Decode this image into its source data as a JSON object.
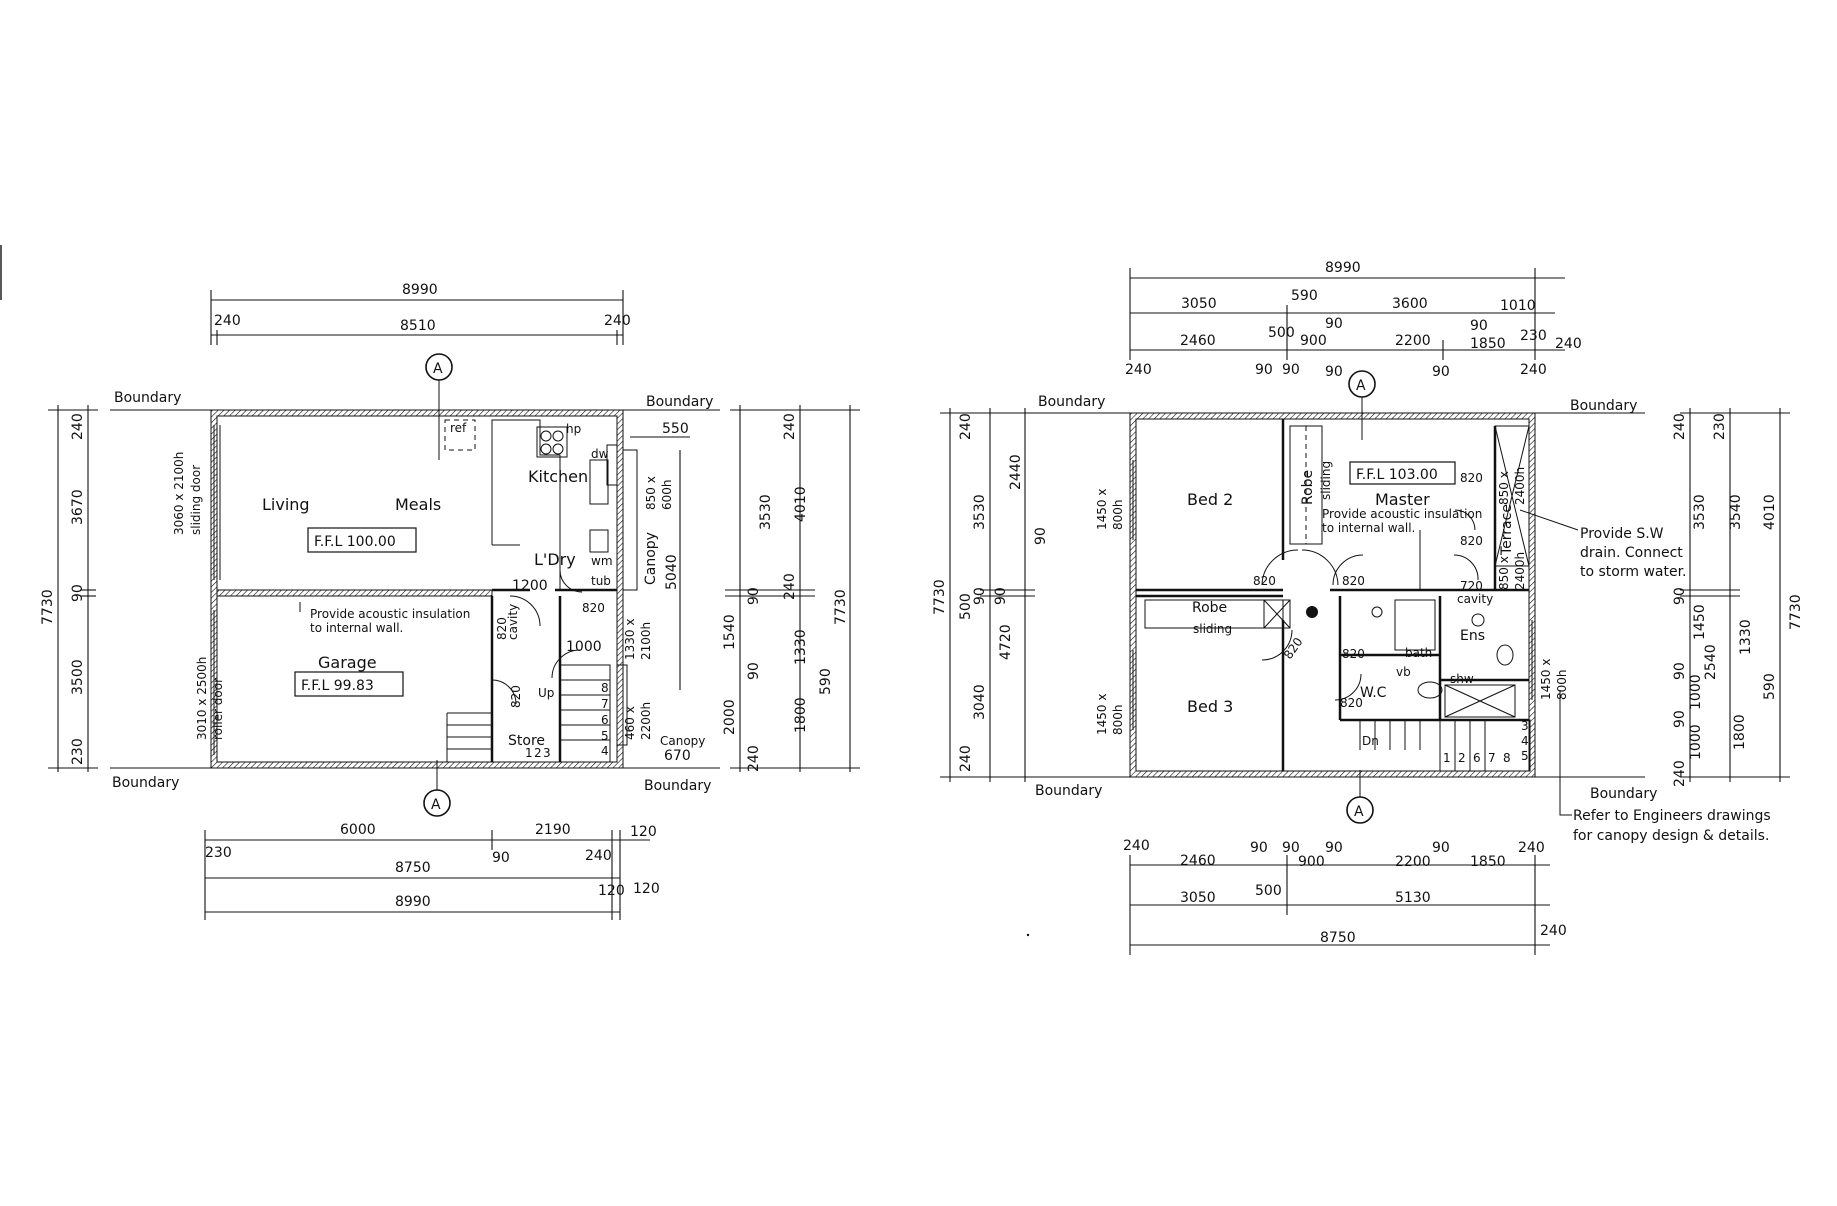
{
  "ground": {
    "rooms": {
      "living": "Living",
      "meals": "Meals",
      "kitchen": "Kitchen",
      "laundry": "L'Dry",
      "garage": "Garage",
      "store": "Store",
      "canopy": "Canopy",
      "canopy_small": "Canopy"
    },
    "ffl_main": "F.F.L 100.00",
    "ffl_garage": "F.F.L 99.83",
    "note_line1": "Provide acoustic insulation",
    "note_line2": "to internal wall.",
    "openings": {
      "sliding_door_a": "3060 x 2100h",
      "sliding_door_b": "sliding door",
      "roller_door_a": "3010 x 2500h",
      "roller_door_b": "roller door",
      "window_850_a": "850 x",
      "window_850_b": "600h",
      "window_1330_a": "1330 x",
      "window_1330_b": "2100h",
      "window_460_a": "460 x",
      "window_460_b": "2200h",
      "door_820": "820",
      "door_820_b": "820",
      "door_820_c": "820",
      "cavity": "cavity",
      "up": "Up",
      "hp": "hp",
      "ref": "ref",
      "dw": "dw",
      "wm": "wm",
      "tub": "tub"
    },
    "boundary": {
      "tl": "Boundary",
      "tr": "Boundary",
      "bl": "Boundary",
      "br": "Boundary"
    },
    "section_marker": "A",
    "dims": {
      "top_overall": "8990",
      "top_left": "240",
      "top_mid": "8510",
      "top_right": "240",
      "bot_a": "6000",
      "bot_b": "2190",
      "bot_c": "120",
      "bot_230": "230",
      "bot_90": "90",
      "bot_240": "240",
      "bot_8750": "8750",
      "bot_120b": "120",
      "bot_120c": "120",
      "bot_overall": "8990",
      "left_overall": "7730",
      "left_240": "240",
      "left_3670": "3670",
      "left_90": "90",
      "left_3500": "3500",
      "left_230": "230",
      "r_550": "550",
      "r_5040": "5040",
      "r_1200": "1200",
      "r_1000": "1000",
      "r_670": "670",
      "r_1540": "1540",
      "r_90a": "90",
      "r_2000": "2000",
      "r_90b": "90",
      "r_240a": "240",
      "r_240b": "240",
      "r_3530": "3530",
      "r_240c": "240",
      "r_1330": "1330",
      "r_1800": "1800",
      "r_4010": "4010",
      "r_590": "590",
      "r_7730": "7730",
      "stair_1": "1",
      "stair_2": "2",
      "stair_3": "3",
      "stair_4": "4",
      "stair_5": "5",
      "stair_6": "6",
      "stair_7": "7",
      "stair_8": "8"
    }
  },
  "first": {
    "rooms": {
      "bed2": "Bed 2",
      "bed3": "Bed 3",
      "master": "Master",
      "robe_a": "Robe",
      "robe_b": "Robe",
      "wc": "W.C",
      "ens": "Ens",
      "terrace": "Terrace",
      "bath": "bath",
      "shw": "shw",
      "sliding_a": "sliding",
      "sliding_b": "sliding"
    },
    "ffl": "F.F.L 103.00",
    "note_line1": "Provide acoustic insulation",
    "note_line2": "to internal wall.",
    "sw_line1": "Provide S.W",
    "sw_line2": "drain. Connect",
    "sw_line3": "to storm water.",
    "eng_line1": "Refer to Engineers drawings",
    "eng_line2": "for canopy design & details.",
    "openings": {
      "win_bed2_a": "1450 x",
      "win_bed2_b": "800h",
      "win_bed3_a": "1450 x",
      "win_bed3_b": "800h",
      "win_ens_a": "1450 x",
      "win_ens_b": "800h",
      "terr_a": "850 x",
      "terr_b": "2400h",
      "terr_c": "850 x",
      "terr_d": "2400h",
      "d820_1": "820",
      "d820_2": "820",
      "d820_3": "820",
      "d820_4": "820",
      "d820_5": "820",
      "d820_6": "820",
      "d820_7": "820",
      "d720": "720",
      "cavity": "cavity",
      "dn": "Dn",
      "vb": "vb"
    },
    "boundary": {
      "tl": "Boundary",
      "tr": "Boundary",
      "bl": "Boundary",
      "br": "Boundary"
    },
    "section_marker": "A",
    "dims": {
      "top_overall": "8990",
      "t2_3050": "3050",
      "t2_590": "590",
      "t2_3600": "3600",
      "t2_1010": "1010",
      "t2_90a": "90",
      "t2_90b": "90",
      "t3_500": "500",
      "t3_230": "230",
      "t3_2460": "2460",
      "t3_900": "900",
      "t3_2200": "2200",
      "t3_1850": "1850",
      "t3_240r": "240",
      "t4_240": "240",
      "t4_90a": "90",
      "t4_90b": "90",
      "t4_90c": "90",
      "t4_90d": "90",
      "b1_240": "240",
      "b1_2460": "2460",
      "b1_90a": "90",
      "b1_90b": "90",
      "b1_90c": "90",
      "b1_900": "900",
      "b1_2200": "2200",
      "b1_90d": "90",
      "b1_1850": "1850",
      "b1_240r": "240",
      "b2_3050": "3050",
      "b2_500": "500",
      "b2_5130": "5130",
      "b3_8750": "8750",
      "b3_240": "240",
      "l_7730": "7730",
      "l_240": "240",
      "l_3530": "3530",
      "l_2440": "2440",
      "l_90": "90",
      "l_500": "500",
      "l_90a": "90",
      "l_90b": "90",
      "l_4720": "4720",
      "l_3040": "3040",
      "l_240b": "240",
      "r_240": "240",
      "r_3530": "3530",
      "r_90a": "90",
      "r_1450": "1450",
      "r_90b": "90",
      "r_1000a": "1000",
      "r_90c": "90",
      "r_1000b": "1000",
      "r_240b": "240",
      "r_230": "230",
      "r_3540": "3540",
      "r_2540": "2540",
      "r_1800": "1800",
      "r_4010": "4010",
      "r_1330": "1330",
      "r_590": "590",
      "r_7730": "7730",
      "stair_1": "1",
      "stair_2": "2",
      "stair_3": "3",
      "stair_4": "4",
      "stair_5": "5",
      "stair_6": "6",
      "stair_7": "7",
      "stair_8": "8"
    }
  }
}
